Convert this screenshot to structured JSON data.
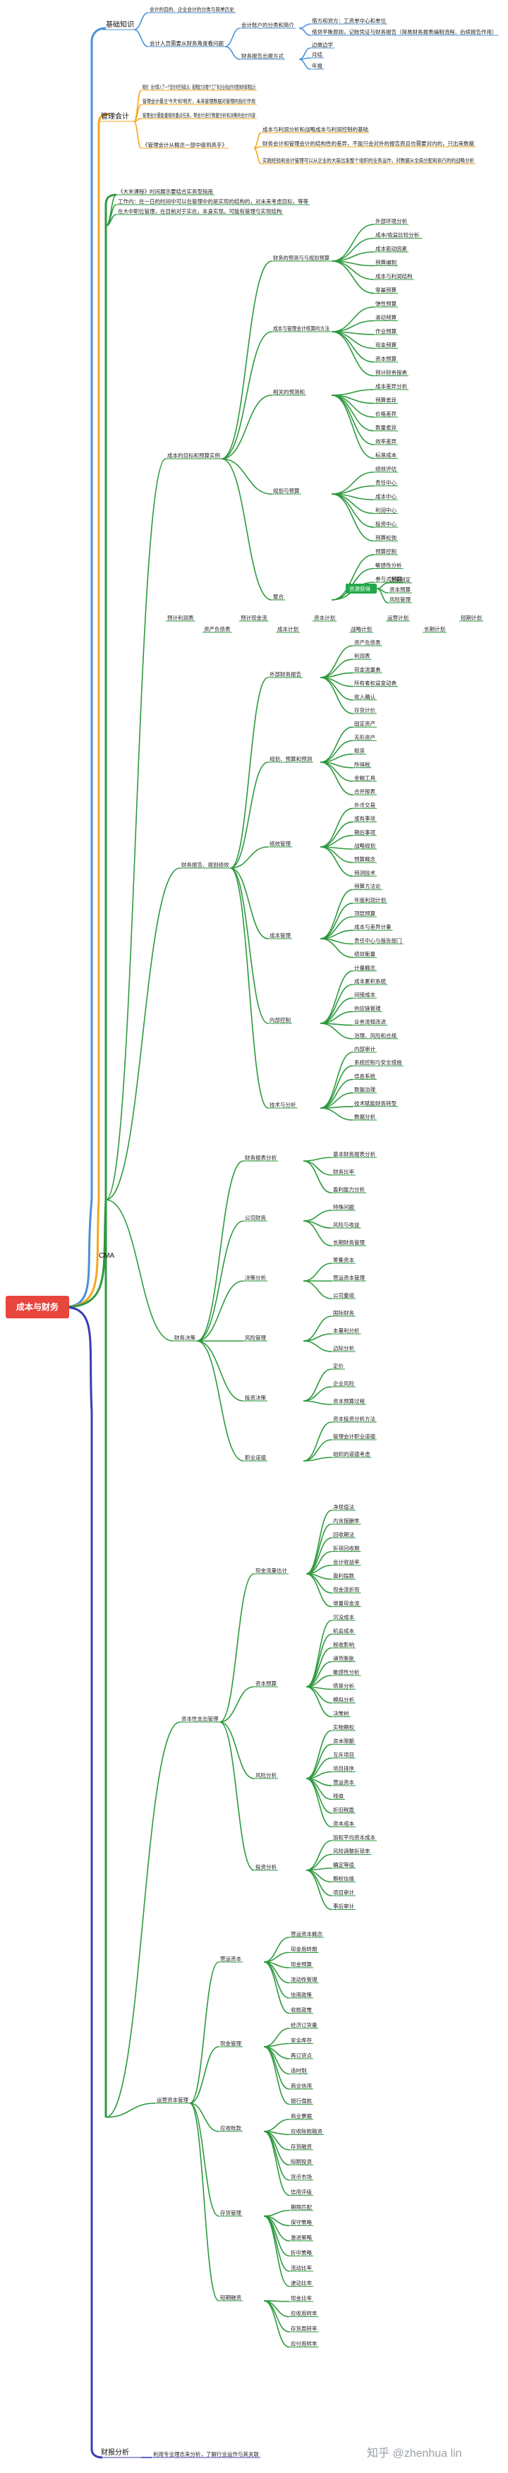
{
  "root": "成本与财务",
  "watermark": "知乎 @zhenhua lin",
  "colors": {
    "root": "#e8453c",
    "jichu": "#4a90d9",
    "guanli": "#f5a623",
    "cma": "#2e9a3e",
    "caiwu": "#3b3bb8",
    "highlight": "#22a84a"
  },
  "categories": {
    "jichu": "基础知识",
    "guanli": "管理会计",
    "cma": "CMA",
    "caiwu": "财报分析"
  },
  "jichu": {
    "items": [
      "会计的目的、企业会计的分类与简单历史",
      "会计人员需要从财务角度看问题"
    ],
    "subs": [
      "会计账户的分类和简介",
      "财务报告出报方式"
    ],
    "leaves": [
      "借方和贷方：工资单中心和单位",
      "借贷平衡原则，记账凭证与财务报告（简易财务报表编制流程、后续报告作用）",
      "边做边学",
      "月结",
      "年报"
    ]
  },
  "guanli": {
    "items": [
      "概述：会计算入了一个部分的空间起点，管理能力对整个工厂和企业和运作对整体的管理起点",
      "管理会计最注'今天'和'明天'，未来管理数据对管理的指引作用",
      "管理会计最能重视的重点任务，帮会计进行数据分析和决策的会计内容",
      "《管理会计从概念一部中级到高手》"
    ],
    "right": [
      "成本与利润分析和战略成本与利润控制的基础",
      "财务会计和管理会计的结构性的差异，不能只会对外的报告而且也需要对内的，只出来数据",
      "实践经验和会计管理可以从企业的大局出发整个组织的业务运作，对数据从全局分配和执行的的战略分析"
    ]
  },
  "cma": {
    "intro": [
      "《大米课程》时间展示要结合实务型指南",
      "工作内：在一日的时间中可以在管理中的是实现的结构的，对未来考虑目标，等等",
      "在大中职位管理，在目前对于实在，本身实现。可能有管理与实现结构"
    ],
    "part1": "成本的目标和预算实例",
    "part1_subs": [
      "财务的预测与与规划预算",
      "成本与管理会计核算的方法",
      "相关的预测和",
      "规划与预算",
      "整合"
    ],
    "part1_leaves": [
      "外部环境分析",
      "成本/收益比较分析",
      "成本驱动因素",
      "预算编制",
      "成本与利润结构",
      "零基预算",
      "弹性预算",
      "滚动预算",
      "作业预算",
      "现金预算",
      "资本预算",
      "预计财务报表",
      "成本差异分析",
      "预算差异",
      "价格差异",
      "数量差异",
      "效率差异",
      "标准成本",
      "绩效评估",
      "责任中心",
      "成本中心",
      "利润中心",
      "投资中心",
      "预算松弛",
      "预算控制",
      "敏感性分析",
      "参与式预算"
    ],
    "highlight": "资源获得",
    "highlight_right": [
      "决策制定",
      "资本预算",
      "风险管理"
    ],
    "row_labels": [
      "预计利润表",
      "资产负债表",
      "预计现金流",
      "成本计划",
      "资本计划",
      "战略计划",
      "运营计划",
      "长期计划",
      "短期计划"
    ],
    "part2": "财务报告、规划绩效",
    "part2_subs": [
      "外部财务报告",
      "规划、预算和预测",
      "绩效管理",
      "成本管理",
      "内部控制",
      "技术与分析"
    ],
    "part2_leaves": [
      "资产负债表",
      "利润表",
      "现金流量表",
      "所有者权益变动表",
      "收入确认",
      "存货计价",
      "固定资产",
      "无形资产",
      "租赁",
      "所得税",
      "金融工具",
      "合并报表",
      "外币交易",
      "或有事项",
      "期后事项",
      "战略规划",
      "预算概念",
      "预测技术",
      "预算方法论",
      "年度利润计划",
      "顶层预算",
      "成本与差异计量",
      "责任中心与报告部门",
      "绩效衡量",
      "计量概念",
      "成本累积系统",
      "间接成本",
      "供应链管理",
      "业务流程改进",
      "治理、风险和合规",
      "内部审计",
      "系统控制与安全措施",
      "信息系统",
      "数据治理",
      "技术赋能财务转型",
      "数据分析"
    ],
    "part3": "财务决策",
    "part3_subs": [
      "财务报表分析",
      "公司财务",
      "决策分析",
      "风险管理",
      "投资决策",
      "职业道德"
    ],
    "part3_leaves": [
      "基本财务报表分析",
      "财务比率",
      "盈利能力分析",
      "特殊问题",
      "风险与收益",
      "长期财务管理",
      "筹集资本",
      "营运资本管理",
      "公司重组",
      "国际财务",
      "本量利分析",
      "边际分析",
      "定价",
      "企业风险",
      "资本预算过程",
      "资本投资分析方法",
      "管理会计职业道德",
      "组织的道德考虑"
    ],
    "capex": "资本性支出管理",
    "capex_subs": [
      "现金流量估计",
      "资本预算",
      "风险分析",
      "投资分析"
    ],
    "capex_leaves": [
      "净现值法",
      "内含报酬率",
      "回收期法",
      "折现回收期",
      "会计收益率",
      "盈利指数",
      "现金流折现",
      "增量现金流",
      "沉没成本",
      "机会成本",
      "税收影响",
      "通货膨胀",
      "敏感性分析",
      "情景分析",
      "模拟分析",
      "决策树",
      "实物期权",
      "资本限额",
      "互斥项目",
      "项目排序",
      "营运资本",
      "残值",
      "折旧税盾",
      "资本成本",
      "加权平均资本成本",
      "风险调整折现率",
      "确定等值",
      "期权估值",
      "项目审计",
      "事后审计"
    ],
    "lower": "运营资本管理",
    "lower_subs": [
      "营运资本",
      "现金管理",
      "应收账款",
      "存货管理",
      "短期融资"
    ],
    "lower_leaves": [
      "营运资本概念",
      "现金周转期",
      "现金预算",
      "流动性管理",
      "信用政策",
      "收款政策",
      "经济订货量",
      "安全库存",
      "再订货点",
      "适时制",
      "商业信用",
      "银行借款",
      "商业票据",
      "应收账款融资",
      "存货融资",
      "短期投资",
      "货币市场",
      "信用评级",
      "期限匹配",
      "保守策略",
      "激进策略",
      "折中策略",
      "流动比率",
      "速动比率",
      "现金比率",
      "应收周转率",
      "存货周转率",
      "应付周转率"
    ]
  },
  "caiwu": {
    "item": "利用专业理念来分析，了解行业运作与其关联"
  }
}
